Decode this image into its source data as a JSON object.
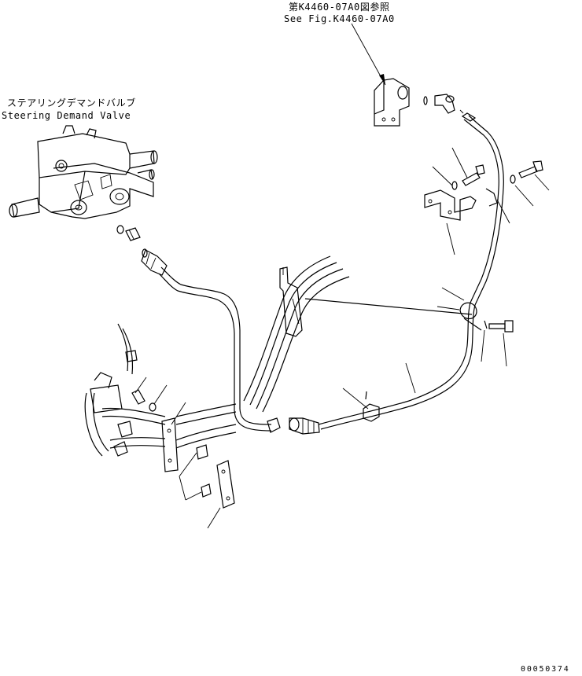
{
  "labels": {
    "ref_jp": "第K4460-07A0図参照",
    "ref_en": "See Fig.K4460-07A0",
    "valve_jp": "ステアリングデマンドバルブ",
    "valve_en": "Steering Demand Valve",
    "drawing_code": "00050374"
  },
  "colors": {
    "line": "#000000",
    "background": "#ffffff"
  }
}
